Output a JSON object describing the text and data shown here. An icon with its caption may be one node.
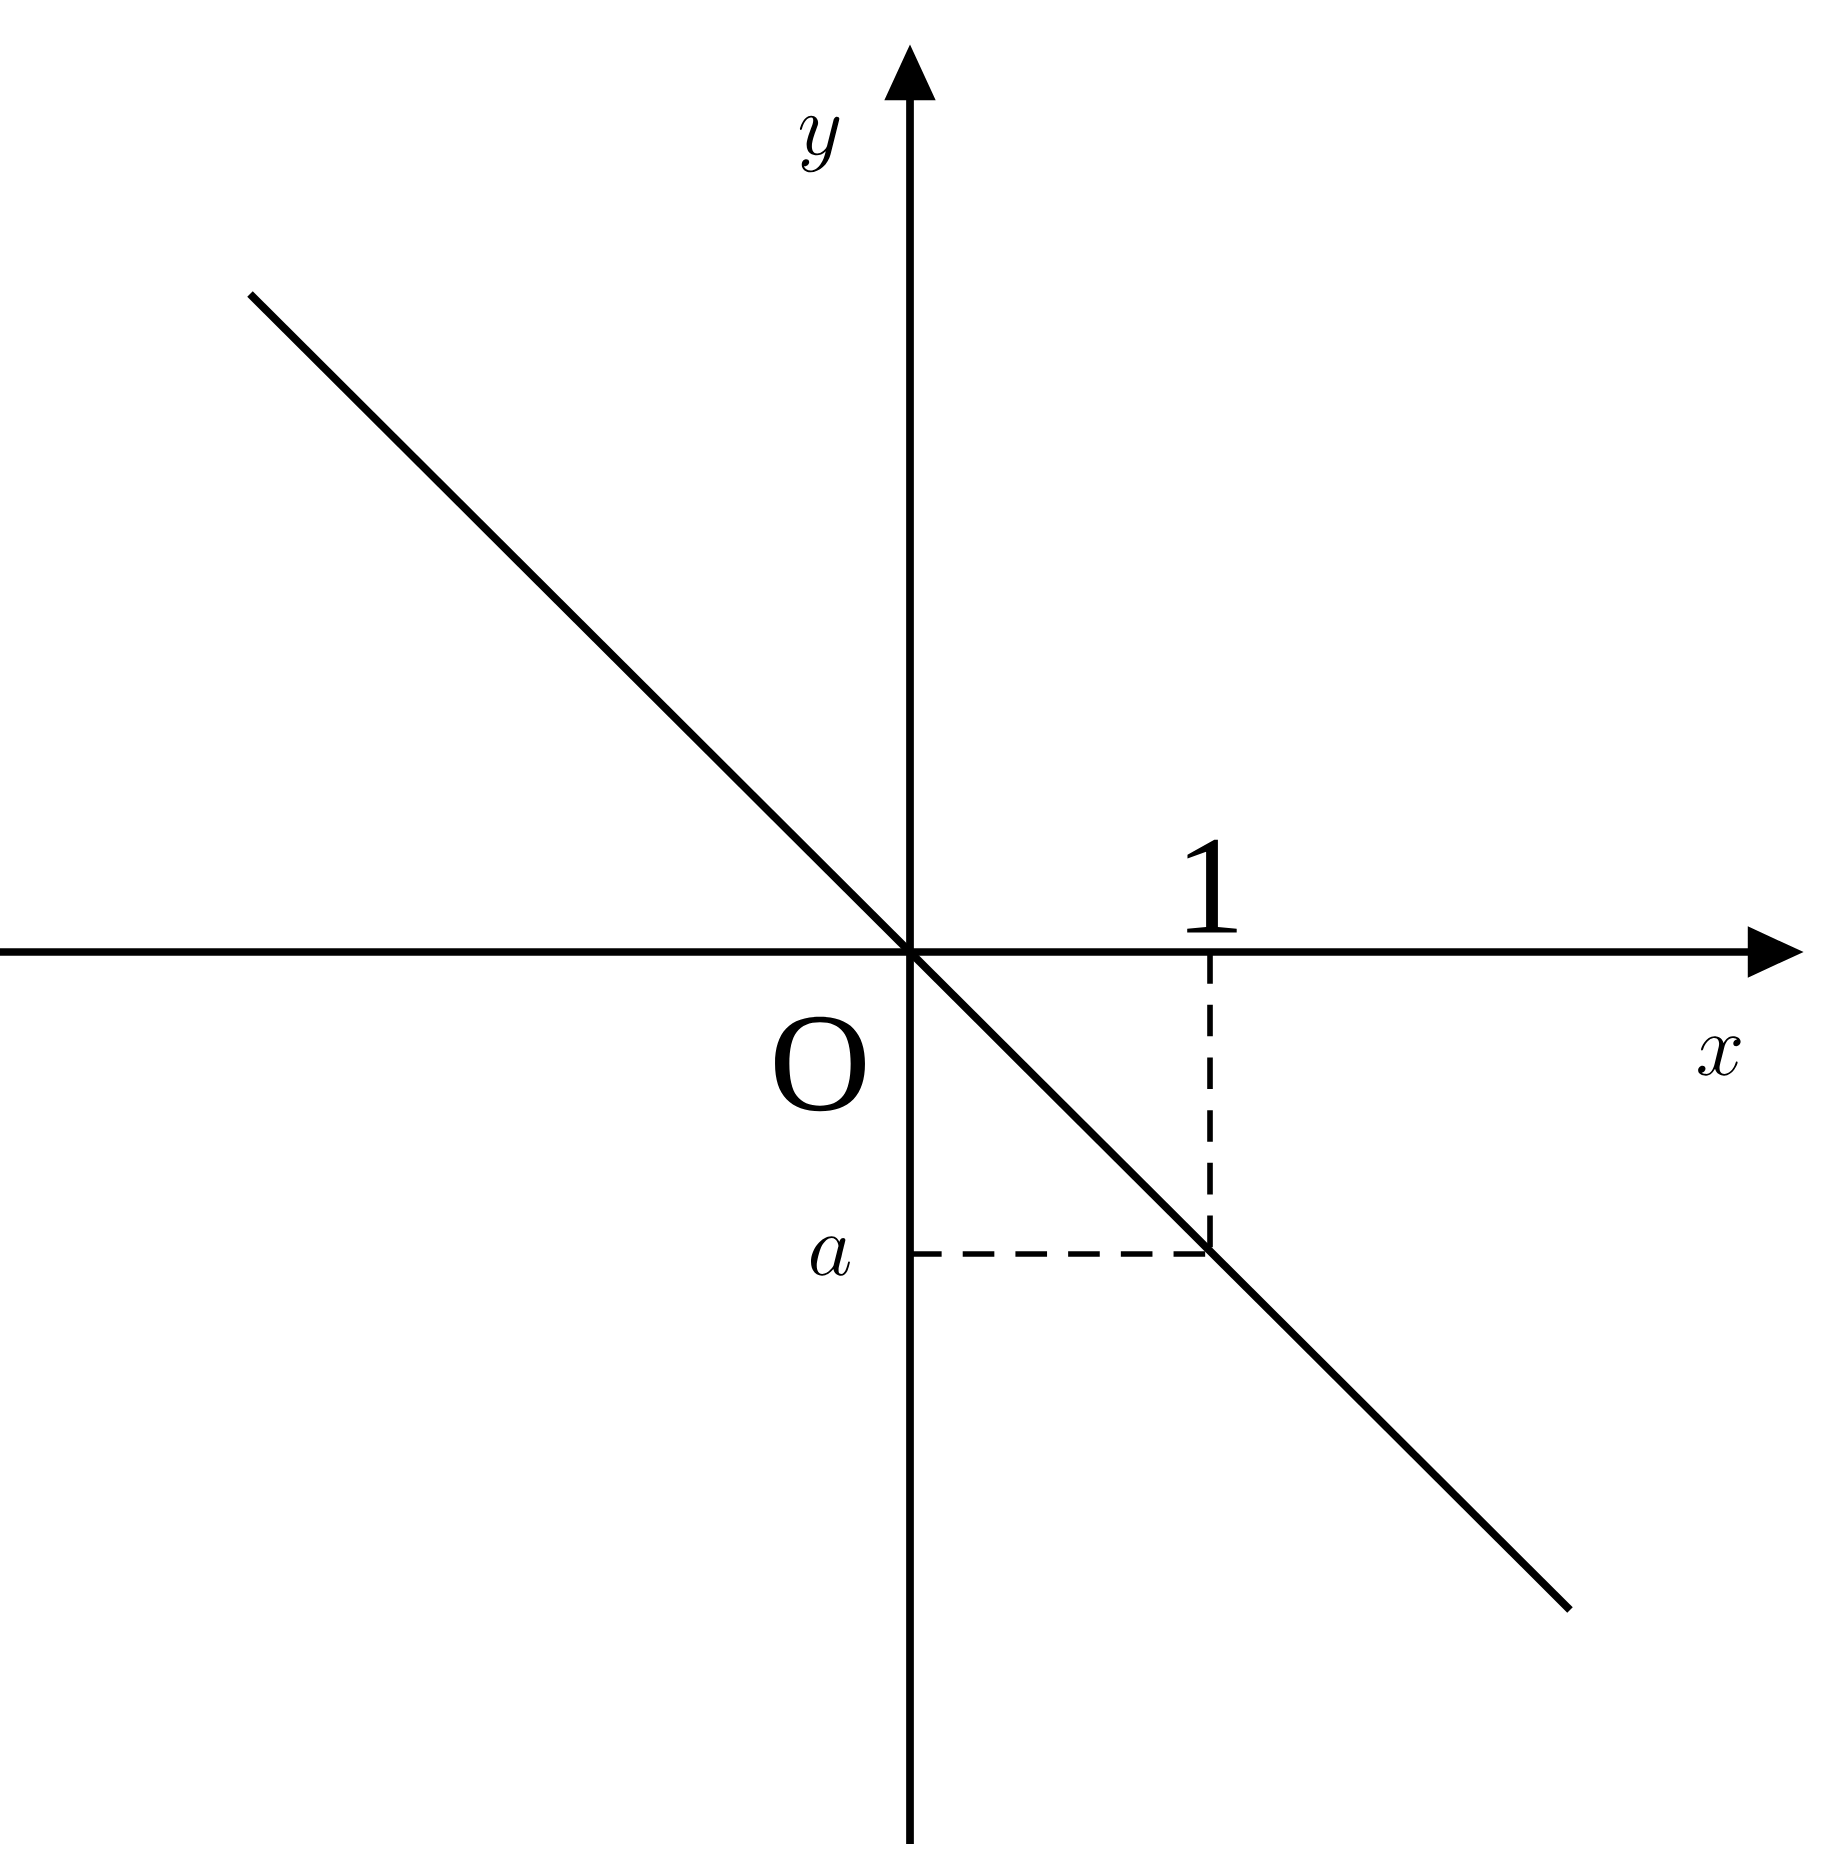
{
  "diagram": {
    "labels": [
      "y",
      "1",
      "O",
      "x",
      "a"
    ]
  }
}
